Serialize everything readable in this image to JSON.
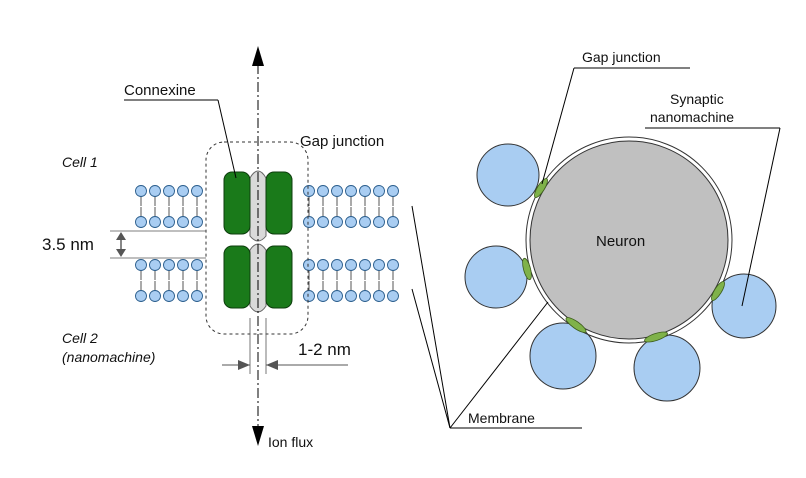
{
  "labels": {
    "connexine": "Connexine",
    "gap_junction_left": "Gap junction",
    "cell1": "Cell 1",
    "cell2_line1": "Cell 2",
    "cell2_line2": "(nanomachine)",
    "spacing": "3.5 nm",
    "pore_width": "1-2 nm",
    "ion_flux": "Ion flux",
    "gap_junction_right": "Gap junction",
    "synaptic_line1": "Synaptic",
    "synaptic_line2": "nanomachine",
    "neuron": "Neuron",
    "membrane": "Membrane"
  },
  "colors": {
    "lipid_head": "#a9cdf2",
    "connexin": "#1a7a1a",
    "pore": "#d9d9d9",
    "neuron": "#c0c0c0",
    "nanomachine": "#a9cdf2",
    "junction": "#7fb24a"
  }
}
